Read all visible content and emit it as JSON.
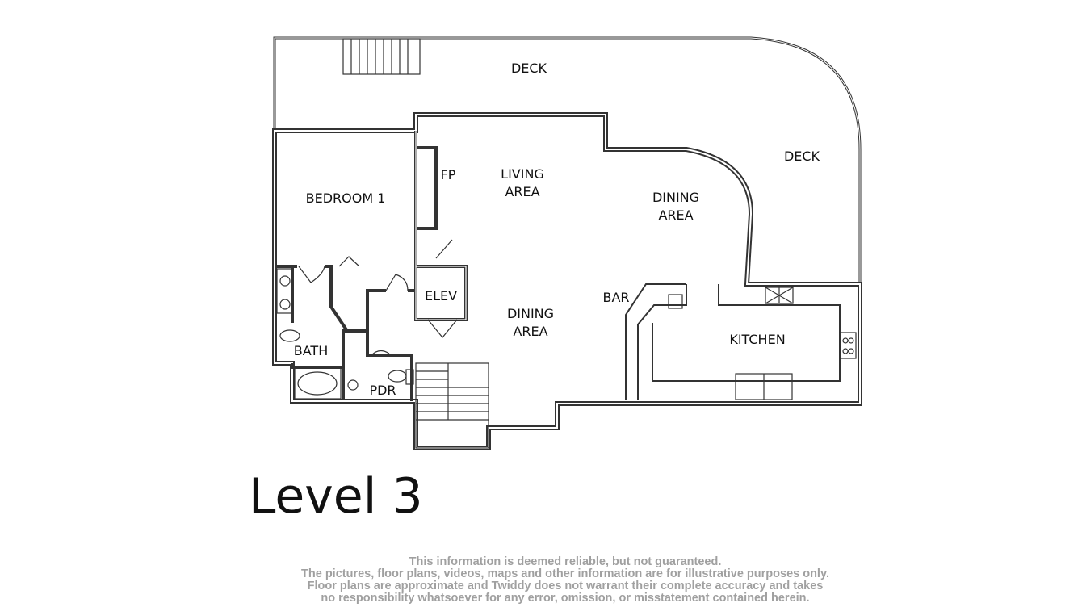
{
  "plan": {
    "rooms": {
      "deck_top": "DECK",
      "deck_right": "DECK",
      "bedroom": "BEDROOM 1",
      "fp": "FP",
      "living_1": "LIVING",
      "living_2": "AREA",
      "dining_upper_1": "DINING",
      "dining_upper_2": "AREA",
      "elev": "ELEV",
      "bar": "BAR",
      "dining_lower_1": "DINING",
      "dining_lower_2": "AREA",
      "kitchen": "KITCHEN",
      "bath": "BATH",
      "pdr": "PDR"
    }
  },
  "level_title": "Level 3",
  "disclaimer": [
    "This information is deemed reliable, but not guaranteed.",
    "The pictures, floor plans, videos, maps and other information are for illustrative purposes only.",
    "Floor plans are approximate and Twiddy does not warrant their complete accuracy and takes",
    "no responsibility whatsoever for any error, omission, or misstatement contained herein."
  ]
}
